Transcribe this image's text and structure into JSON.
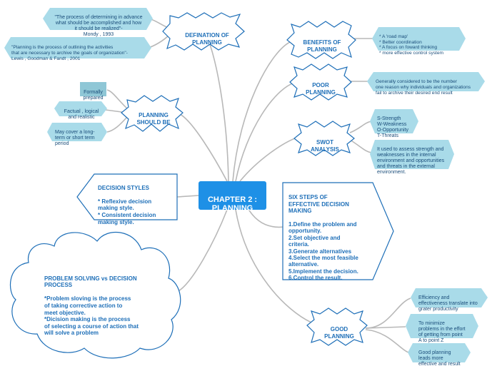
{
  "colors": {
    "root_fill": "#1e90e6",
    "node_stroke": "#1e6fb8",
    "leaf_fill": "#a9dbe9",
    "leaf_fill_dark": "#8fc7d6",
    "connector": "#b8b8b8",
    "text_dark": "#1a4d7a",
    "text_blue": "#1e6fb8"
  },
  "root": {
    "label": "CHAPTER 2 :\nPLANNING"
  },
  "branches": {
    "defination": {
      "label": "DEFINATION OF\nPLANNING",
      "leaves": [
        "\"The process of determining in advance\nwhat should be accomplished and how\nit should be realized\"-\nMondy , 1993",
        "\"Planning is the process of outlining the activities\nthat are necessary to archive the goals of organization\"-\nLewis , Goodman & Fandt , 2001"
      ]
    },
    "should_be": {
      "label": "PLANNING\nSHOULD BE",
      "leaves": [
        "Formally\nprepared",
        "Factual , logical\nand realistic",
        "May cover a long-\nterm or short term\nperiod"
      ]
    },
    "decision_styles": {
      "label": "DECISION STYLES\n\n*  Reflexive decision\n    making style.\n*  Consistent decision\n    making style."
    },
    "problem_solving": {
      "label": "PROBLEM SOLVING vs DECISION\nPROCESS\n\n*Problem sloving is the process\n  of taking corrective action to\n  meet objective.\n*Dicision making is the process\nof selecting a course of action that\nwill solve a problem"
    },
    "benefits": {
      "label": "BENEFITS OF\nPLANNING",
      "leaves": [
        "*     A 'road map'\n*     Better coordination\n*     A focus on foward thinking\n*     more effective control system"
      ]
    },
    "poor": {
      "label": "POOR\nPLANNING",
      "leaves": [
        "Generally considered to be the number\none reason why individuals and organizations\nfail to archive their desired end result"
      ]
    },
    "swot": {
      "label": "SWOT\nANALYSIS",
      "leaves": [
        "S-Strength\nW-Weakness\nO-Opportunity\nT-Threats",
        "It used to assess strength and\nweaknesses in the internal\nenvironment and opportunities\nand threats in the external\nenvironment."
      ]
    },
    "six_steps": {
      "label": "SIX STEPS OF\nEFFECTIVE DECISION\nMAKING\n\n1.Define the problem and\n    opportunity.\n2.Set objective and\n    criteria.\n3.Generate alternatives\n4.Select the most feasible\n    alternative.\n5.Implement the decision.\n6.Control the result."
    },
    "good": {
      "label": "GOOD\nPLANNING",
      "leaves": [
        "Efficiency and\neffectiveness translate into\ngrater productivity",
        "To minimize\nproblems in the effort\nof getting from point\nA to point Z",
        "Good planning\nleads more\neffective and result"
      ]
    }
  }
}
